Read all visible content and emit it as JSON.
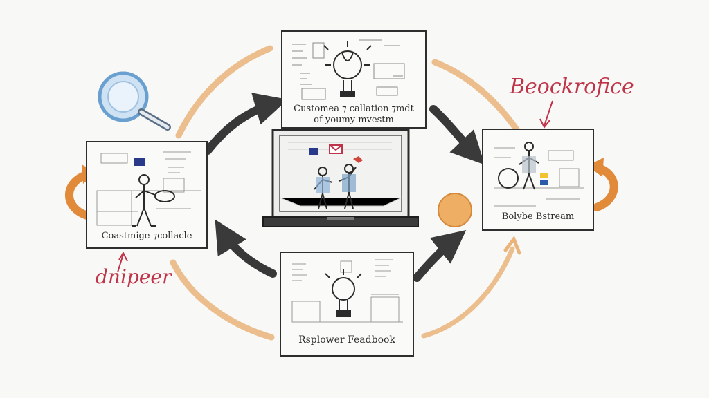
{
  "colors": {
    "ink": "#2b2b2b",
    "accent_red": "#c0344a",
    "accent_orange": "#e08a3a",
    "accent_blue": "#6aa0cf",
    "paper": "#f8f8f6"
  },
  "nodes": {
    "top": {
      "caption_line1": "Customea ⁊ callation ⁊mdt",
      "caption_line2": "of youmy mvestm"
    },
    "left": {
      "caption": "Coastmige ⁊collacle"
    },
    "right": {
      "caption": "Bolybe Bstream"
    },
    "bottom": {
      "caption": "Rsplower Feadbook"
    },
    "center": {
      "caption": ""
    }
  },
  "annotations": {
    "top_right": "Beockrofice",
    "bottom_left": "dnipeer"
  },
  "icons": [
    "magnifier-icon",
    "lightbulb-icon",
    "laptop-icon",
    "person-icon",
    "orange-dot-icon",
    "speech-bubble-icon"
  ]
}
